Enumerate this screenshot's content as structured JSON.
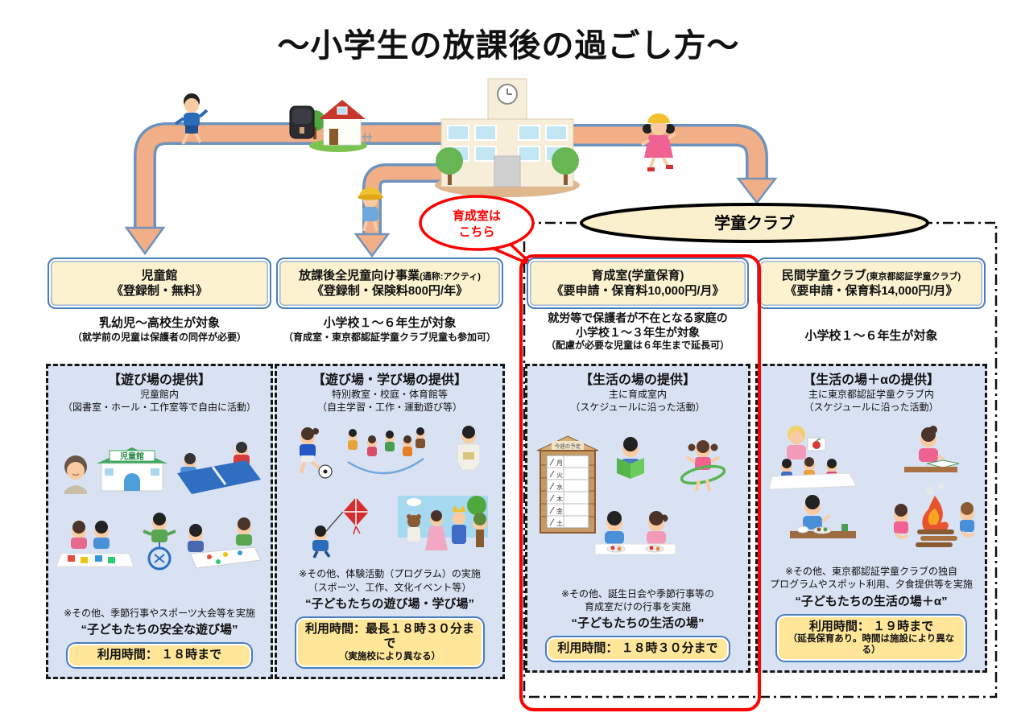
{
  "title": "～小学生の放課後の過ごし方～",
  "scene": {
    "bubble_line1": "育成室は",
    "bubble_line2": "こちら",
    "group_oval_label": "学童クラブ",
    "illustrations": [
      "running-boy",
      "randoseru-backpack",
      "house",
      "school-building",
      "walking-girl-yellow-hat",
      "running-girl-pink"
    ]
  },
  "colors": {
    "arrow_fill": "#F1AE87",
    "arrow_stroke": "#6E93BE",
    "header_fill": "#FCF2CF",
    "header_border": "#4A7EBB",
    "content_fill": "#D9E2F3",
    "time_fill": "#FFE699",
    "accent_red": "#FF0000",
    "oval_fill": "#FBF0CE"
  },
  "columns": [
    {
      "key": "jidokan",
      "header_main": "児童館",
      "header_paren": "",
      "header_fee": "《登録制・無料》",
      "target_lines": [
        "乳幼児～高校生が対象",
        "（就学前の児童は保護者の同伴が必要）"
      ],
      "box_title": "【遊び場の提供】",
      "box_sub_lines": [
        "児童館内",
        "（図書室・ホール・工作室等で自由に活動）"
      ],
      "note_lines": [
        "※その他、季節行事やスポーツ大会等を実施"
      ],
      "slogan": "“子どもたちの安全な遊び場”",
      "time_main": "利用時間： １８時まで",
      "time_sub": "",
      "building_sign": "児童館",
      "illustrations": [
        "grandma-face",
        "jidokan-building",
        "table-tennis-kids",
        "block-play-kids",
        "unicycle-boy",
        "board-game-kids"
      ]
    },
    {
      "key": "houkago-zenjido",
      "header_main": "放課後全児童向け事業",
      "header_paren": "(通称:アクティ)",
      "header_fee": "《登録制・保険料800円/年》",
      "target_lines": [
        "小学校１～６年生が対象",
        "（育成室・東京都認証学童クラブ児童も参加可）"
      ],
      "box_title": "【遊び場・学び場の提供】",
      "box_sub_lines": [
        "特別教室・校庭・体育館等",
        "（自主学習・工作・運動遊び等）"
      ],
      "note_lines": [
        "※その他、体験活動（プログラム）の実施",
        "（スポーツ、工作、文化イベント等）"
      ],
      "slogan": "“子どもたちの遊び場・学び場”",
      "time_main": "利用時間：最長１８時３０分まで",
      "time_sub": "（実施校により異なる）",
      "illustrations": [
        "soccer-girl",
        "jump-rope-kids",
        "reading-man",
        "kite-boy",
        "theater-kids"
      ]
    },
    {
      "key": "ikuseishitsu",
      "header_main": "育成室(学童保育)",
      "header_paren": "",
      "header_fee": "《要申請・保育料10,000円/月》",
      "target_lines": [
        "就労等で保護者が不在となる家庭の",
        "小学校１～３年生が対象",
        "（配慮が必要な児童は６年生まで延長可）"
      ],
      "box_title": "【生活の場の提供】",
      "box_sub_lines": [
        "主に育成室内",
        "（スケジュールに沿った活動）"
      ],
      "note_lines": [
        "※その他、誕生日会や季節行事等の",
        "育成室だけの行事を実施"
      ],
      "slogan": "“子どもたちの生活の場”",
      "time_main": "利用時間： １８時３０分まで",
      "time_sub": "",
      "schedule_board": {
        "title": "今週の予定",
        "days": [
          "月",
          "火",
          "水",
          "木",
          "金",
          "土"
        ]
      },
      "illustrations": [
        "schedule-board",
        "reading-boy",
        "hula-hoop-girl",
        "snack-time-kids"
      ]
    },
    {
      "key": "minkan-gakudo",
      "header_main": "民間学童クラブ",
      "header_paren": "(東京都認証学童クラブ)",
      "header_fee": "《要申請・保育料14,000円/月》",
      "target_lines": [
        "小学校１～６年生が対象"
      ],
      "box_title": "【生活の場＋αの提供】",
      "box_sub_lines": [
        "主に東京都認証学童クラブ内",
        "（スケジュールに沿った活動）"
      ],
      "note_lines": [
        "※その他、東京都認証学童クラブの独自",
        "プログラムやスポット利用、夕食提供等を実施"
      ],
      "slogan": "“子どもたちの生活の場＋α”",
      "time_main": "利用時間： １９時まで",
      "time_sub": "（延長保育あり。時間は施設により異なる）",
      "illustrations": [
        "english-lesson",
        "studying-girl",
        "dinner-boy",
        "campfire-kids"
      ]
    }
  ]
}
